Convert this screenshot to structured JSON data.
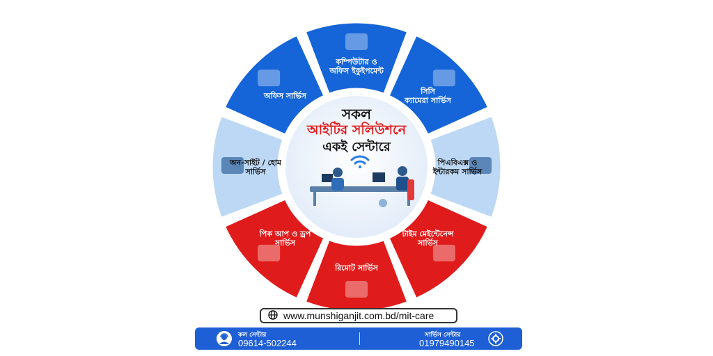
{
  "center": {
    "line1": "সকল",
    "line2": "আইটির সলিউশনে",
    "line3": "একই সেন্টারে"
  },
  "segments": [
    {
      "label1": "কম্পিউটার ও",
      "label2": "অফিস ইকুইপমেন্ট",
      "color": "#1565d8"
    },
    {
      "label1": "সিসি",
      "label2": "ক্যামেরা সার্ভিস",
      "color": "#1565d8"
    },
    {
      "label1": "পিএবিএক্স ও",
      "label2": "ইন্টারকম সার্ভিস",
      "color": "#bcd8f5"
    },
    {
      "label1": "টাইম মেইন্টেনেন্স",
      "label2": "সার্ভিস",
      "color": "#e01b1b"
    },
    {
      "label1": "রিমোট সার্ভিস",
      "label2": "",
      "color": "#e01b1b"
    },
    {
      "label1": "পিক আপ ও ড্রপ",
      "label2": "সার্ভিস",
      "color": "#e01b1b"
    },
    {
      "label1": "অন-সাইট / হোম",
      "label2": "সার্ভিস",
      "color": "#bcd8f5"
    },
    {
      "label1": "অফিস সার্ভিস",
      "label2": "",
      "color": "#1565d8"
    }
  ],
  "website": "www.munshiganjit.com.bd/mit-care",
  "footer": {
    "call_label": "কল সেন্টার",
    "call_number": "09614-502244",
    "service_label": "সার্ভিস সেন্টার",
    "service_number": "01979490145"
  },
  "colors": {
    "blue": "#1565d8",
    "light_blue": "#bcd8f5",
    "red": "#e01b1b",
    "footer": "#1e5fd6"
  },
  "icons": [
    "globe-icon",
    "call-center-agent-icon",
    "service-gear-icon",
    "wifi-icon"
  ]
}
